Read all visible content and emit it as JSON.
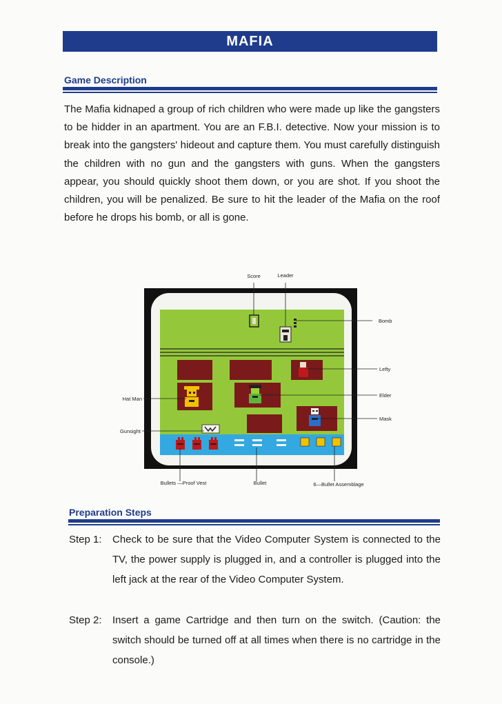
{
  "page_title": "MAFIA",
  "game_description": {
    "heading": "Game Description",
    "text": "The Mafia kidnaped a group of rich children who were made up like the gangsters to be hidder in an apartment. You are an F.B.I. detective. Now your mission is to break into the gangsters' hideout and capture them. You must carefully distinguish the children with no gun and the gangsters with guns. When the gangsters appear, you should quickly shoot them down, or you are shot. If you shoot the children, you will be penalized. Be sure to hit the leader of the Mafia on the roof before he drops his bomb, or all is gone."
  },
  "diagram": {
    "labels": {
      "score": "Score",
      "leader": "Leader",
      "bomb": "Bomb",
      "lefty": "Lefty",
      "elder": "Elder",
      "mask": "Mask",
      "hat_man": "Hat Man",
      "gunsight": "Gunsight",
      "vest": "Bullets —Proof Vest",
      "bullet": "Bullet",
      "assemblage": "6—Bullet Assemblage"
    },
    "colors": {
      "screen": "#94c83a",
      "status_bar": "#34a8e0",
      "window": "#7a1a1a",
      "vest": "#c0181c",
      "assemblage": "#f2c200"
    }
  },
  "preparation": {
    "heading": "Preparation Steps",
    "steps": [
      {
        "label": "Step 1:",
        "text": "Check to be sure that the Video Computer System is connected to the TV, the power supply is plugged in, and a controller is plugged into the left jack at the rear of the Video Computer System."
      },
      {
        "label": "Step 2:",
        "text": "Insert a game Cartridge and then turn on the switch. (Caution: the switch should be turned off at all times when there is no cartridge in the console.)"
      }
    ]
  }
}
